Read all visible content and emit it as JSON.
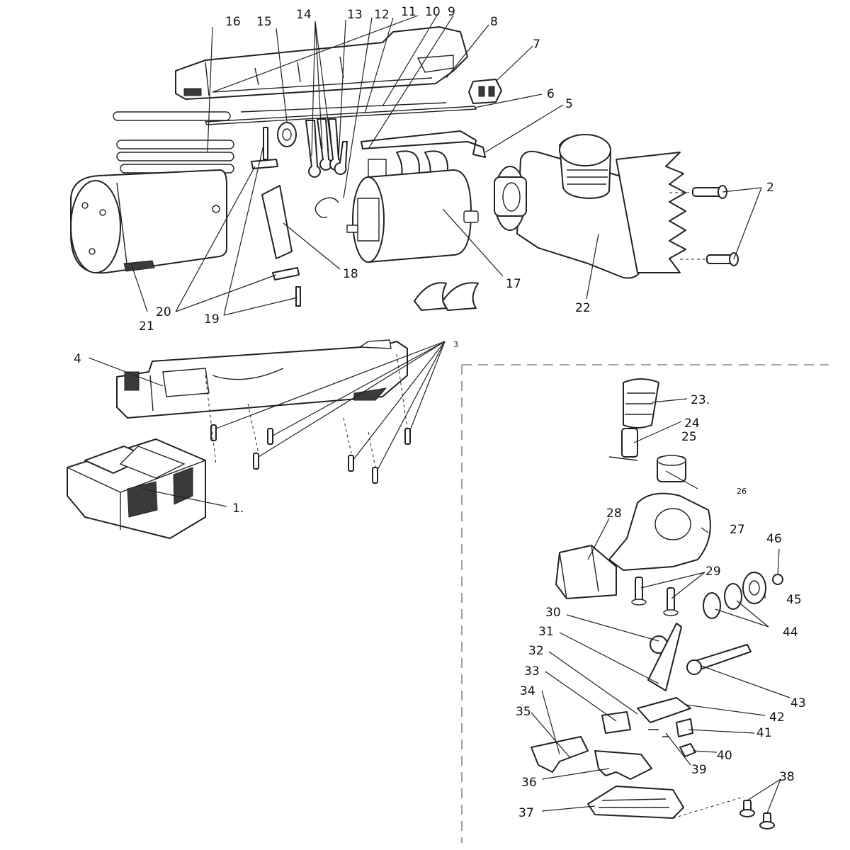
{
  "diagram": {
    "callouts": [
      {
        "id": "c16",
        "text": "16"
      },
      {
        "id": "c15",
        "text": "15"
      },
      {
        "id": "c14",
        "text": "14"
      },
      {
        "id": "c13",
        "text": "13"
      },
      {
        "id": "c12",
        "text": "12"
      },
      {
        "id": "c11",
        "text": "11"
      },
      {
        "id": "c10",
        "text": "10"
      },
      {
        "id": "c9",
        "text": "9"
      },
      {
        "id": "c8",
        "text": "8"
      },
      {
        "id": "c7",
        "text": "7"
      },
      {
        "id": "c6",
        "text": "6"
      },
      {
        "id": "c5",
        "text": "5"
      },
      {
        "id": "c2",
        "text": "2"
      },
      {
        "id": "c21",
        "text": "21"
      },
      {
        "id": "c20",
        "text": "20"
      },
      {
        "id": "c19",
        "text": "19"
      },
      {
        "id": "c18",
        "text": "18"
      },
      {
        "id": "c17",
        "text": "17"
      },
      {
        "id": "c22",
        "text": "22"
      },
      {
        "id": "c4",
        "text": "4"
      },
      {
        "id": "c3",
        "text": "3"
      },
      {
        "id": "c1",
        "text": "1."
      },
      {
        "id": "c23",
        "text": "23."
      },
      {
        "id": "c24",
        "text": "24"
      },
      {
        "id": "c25",
        "text": "25"
      },
      {
        "id": "c26",
        "text": "26"
      },
      {
        "id": "c27",
        "text": "27"
      },
      {
        "id": "c28",
        "text": "28"
      },
      {
        "id": "c46",
        "text": "46"
      },
      {
        "id": "c29",
        "text": "29"
      },
      {
        "id": "c45",
        "text": "45"
      },
      {
        "id": "c30",
        "text": "30"
      },
      {
        "id": "c44",
        "text": "44"
      },
      {
        "id": "c31",
        "text": "31"
      },
      {
        "id": "c32",
        "text": "32"
      },
      {
        "id": "c43",
        "text": "43"
      },
      {
        "id": "c33",
        "text": "33"
      },
      {
        "id": "c42",
        "text": "42"
      },
      {
        "id": "c34",
        "text": "34"
      },
      {
        "id": "c41",
        "text": "41"
      },
      {
        "id": "c35",
        "text": "35"
      },
      {
        "id": "c40",
        "text": "40"
      },
      {
        "id": "c39",
        "text": "39"
      },
      {
        "id": "c36",
        "text": "36"
      },
      {
        "id": "c38",
        "text": "38"
      },
      {
        "id": "c37",
        "text": "37"
      }
    ]
  }
}
